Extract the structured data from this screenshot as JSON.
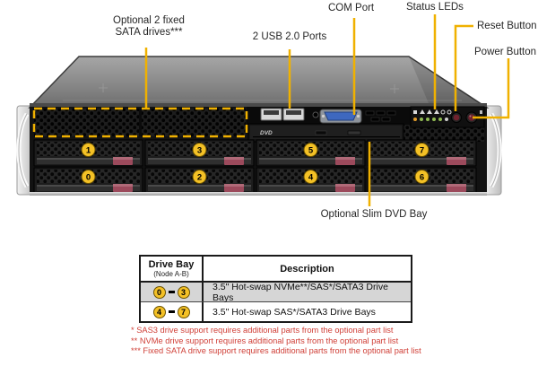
{
  "callouts": {
    "optional_sata": "Optional 2 fixed\nSATA drives***",
    "usb": "2 USB 2.0 Ports",
    "com": "COM Port",
    "status_leds": "Status LEDs",
    "reset": "Reset Button",
    "power": "Power Button",
    "dvd": "Optional Slim DVD Bay"
  },
  "server": {
    "bays": [
      "1",
      "3",
      "5",
      "7",
      "0",
      "2",
      "4",
      "6"
    ],
    "dvd_logo": "DVD"
  },
  "table": {
    "headers": {
      "col1_title": "Drive Bay",
      "col1_sub": "(Node A-B)",
      "col2_title": "Description"
    },
    "rows": [
      {
        "bay_from": "0",
        "bay_to": "3",
        "description": "3.5\" Hot-swap NVMe**/SAS*/SATA3 Drive Bays"
      },
      {
        "bay_from": "4",
        "bay_to": "7",
        "description": "3.5\" Hot-swap SAS*/SATA3 Drive Bays"
      }
    ]
  },
  "footnotes": [
    "* SAS3 drive support requires additional parts from the optional part list",
    "** NVMe drive support requires additional parts from the optional part list",
    "*** Fixed SATA drive support requires additional parts from the optional part list"
  ],
  "colors": {
    "callout_line": "#F0B100",
    "badge_yellow": "#F4C126",
    "table_row_gray": "#D6D6D6",
    "footnote_red": "#D04038",
    "com_port_blue": "#3E68BF",
    "latch_maroon": "#9C4A5C",
    "led_green": "#8FBA52",
    "led_orange": "#E09A2A"
  }
}
